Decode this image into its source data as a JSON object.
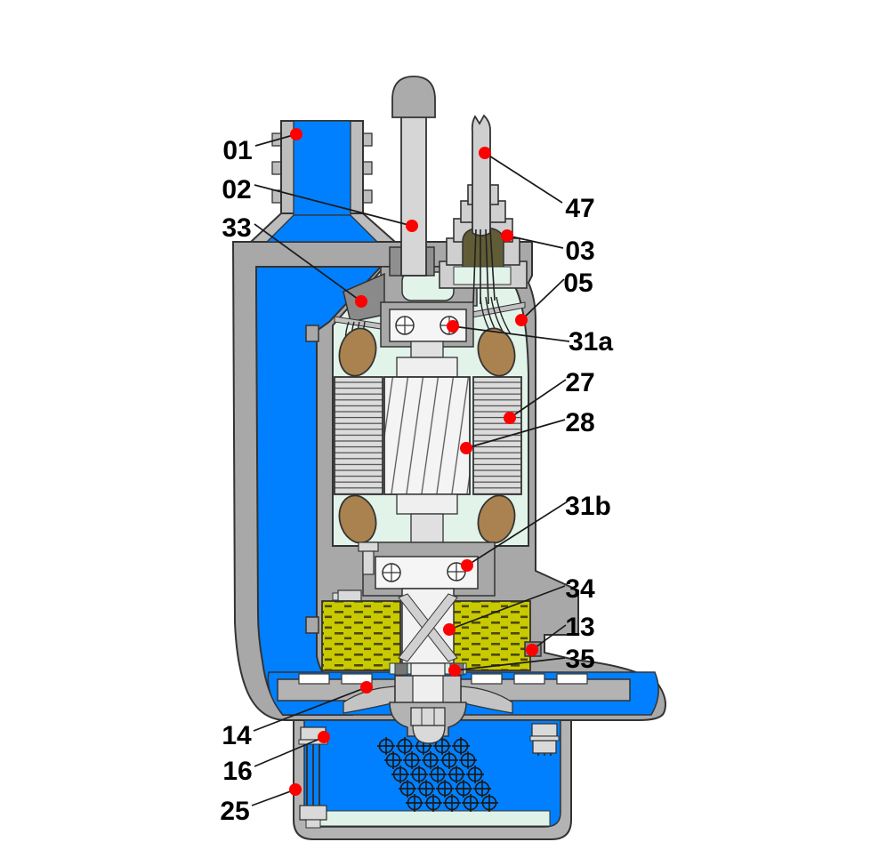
{
  "diagram": {
    "title": "submersible pump cutaway parts diagram",
    "background": "#ffffff",
    "colors": {
      "water": "#0080ff",
      "casing_gray": "#a8a8a8",
      "light_part": "#d6d6d6",
      "interior_green": "#e2f4ea",
      "oil_yellow": "#c9c900",
      "winding_brown": "#aa824f",
      "gland_seal_olive": "#615c35",
      "terminal_block": "#8a8a8a",
      "outline": "#333333",
      "callout_dot": "#ff0000",
      "leader_line": "#1a1a1a",
      "label_text": "#000000"
    },
    "dot_radius": 7,
    "label_font_size": 30,
    "callouts": [
      {
        "id": "01",
        "label": "01",
        "side": "left",
        "text": [
          267,
          170
        ],
        "from": [
          287,
          164
        ],
        "dot": [
          333,
          151
        ]
      },
      {
        "id": "02",
        "label": "02",
        "side": "left",
        "text": [
          266,
          214
        ],
        "from": [
          286,
          208
        ],
        "dot": [
          463,
          254
        ]
      },
      {
        "id": "33",
        "label": "33",
        "side": "left",
        "text": [
          266,
          257
        ],
        "from": [
          286,
          252
        ],
        "dot": [
          406,
          339
        ]
      },
      {
        "id": "47",
        "label": "47",
        "side": "right",
        "text": [
          652,
          235
        ],
        "from": [
          632,
          228
        ],
        "dot": [
          545,
          172
        ]
      },
      {
        "id": "03",
        "label": "03",
        "side": "right",
        "text": [
          652,
          283
        ],
        "from": [
          633,
          279
        ],
        "dot": [
          570,
          265
        ]
      },
      {
        "id": "05",
        "label": "05",
        "side": "right",
        "text": [
          650,
          319
        ],
        "from": [
          634,
          314
        ],
        "dot": [
          586,
          360
        ]
      },
      {
        "id": "31a",
        "label": "31a",
        "side": "right",
        "text": [
          664,
          385
        ],
        "from": [
          640,
          384
        ],
        "dot": [
          509,
          367
        ]
      },
      {
        "id": "27",
        "label": "27",
        "side": "right",
        "text": [
          652,
          431
        ],
        "from": [
          636,
          427
        ],
        "dot": [
          573,
          470
        ]
      },
      {
        "id": "28",
        "label": "28",
        "side": "right",
        "text": [
          652,
          476
        ],
        "from": [
          635,
          472
        ],
        "dot": [
          524,
          504
        ]
      },
      {
        "id": "31b",
        "label": "31b",
        "side": "right",
        "text": [
          661,
          570
        ],
        "from": [
          638,
          564
        ],
        "dot": [
          525,
          636
        ]
      },
      {
        "id": "34",
        "label": "34",
        "side": "right",
        "text": [
          652,
          663
        ],
        "from": [
          635,
          659
        ],
        "dot": [
          505,
          708
        ]
      },
      {
        "id": "13",
        "label": "13",
        "side": "right",
        "text": [
          652,
          706
        ],
        "from": [
          636,
          703
        ],
        "dot": [
          598,
          731
        ]
      },
      {
        "id": "35",
        "label": "35",
        "side": "right",
        "text": [
          652,
          742
        ],
        "from": [
          635,
          740
        ],
        "dot": [
          511,
          754
        ]
      },
      {
        "id": "14",
        "label": "14",
        "side": "left",
        "text": [
          266,
          828
        ],
        "from": [
          285,
          822
        ],
        "dot": [
          412,
          773
        ]
      },
      {
        "id": "16",
        "label": "16",
        "side": "left",
        "text": [
          267,
          868
        ],
        "from": [
          286,
          862
        ],
        "dot": [
          364,
          829
        ]
      },
      {
        "id": "25",
        "label": "25",
        "side": "left",
        "text": [
          264,
          913
        ],
        "from": [
          283,
          906
        ],
        "dot": [
          332,
          888
        ]
      }
    ]
  }
}
